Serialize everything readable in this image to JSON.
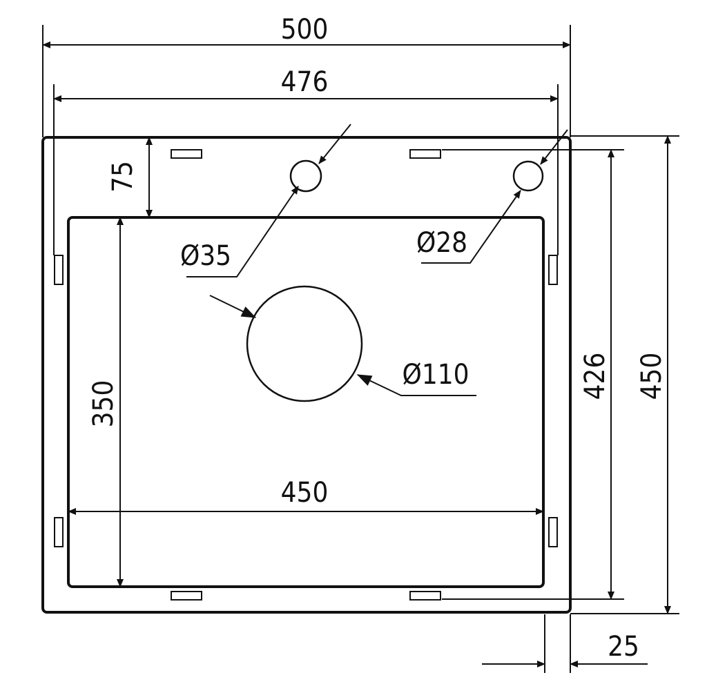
{
  "drawing": {
    "dimensions": {
      "overall_width": "500",
      "inner_flange_width": "476",
      "front_margin": "75",
      "bowl_depth": "350",
      "bowl_width": "450",
      "inner_flange_depth": "426",
      "overall_depth": "450",
      "flange_thickness": "25"
    },
    "holes": {
      "tap_hole": "Ø35",
      "accessory_hole": "Ø28",
      "drain_hole": "Ø110"
    },
    "colors": {
      "line": "#111111",
      "background": "#ffffff"
    }
  }
}
